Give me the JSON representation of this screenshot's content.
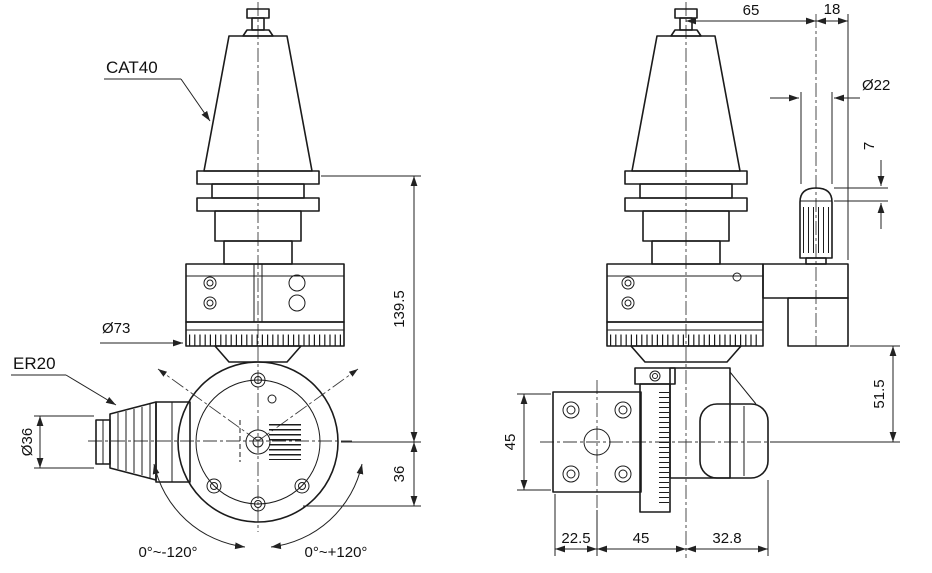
{
  "front_view": {
    "labels": {
      "taper": "CAT40",
      "collet": "ER20"
    },
    "dims": {
      "collet_dia": "Ø36",
      "ring_dia": "Ø73",
      "flange_to_axis": "139.5",
      "axis_to_bottom": "36",
      "swing_neg": "0°~-120°",
      "swing_pos": "0°~+120°"
    }
  },
  "side_view": {
    "dims": {
      "axis_to_stop": "65",
      "stop_to_edge": "18",
      "stop_dia": "Ø22",
      "stop_step": "7",
      "body_to_axis": "51.5",
      "flange_height": "45",
      "bottom_left": "22.5",
      "bottom_mid": "45",
      "bottom_right": "32.8"
    }
  }
}
